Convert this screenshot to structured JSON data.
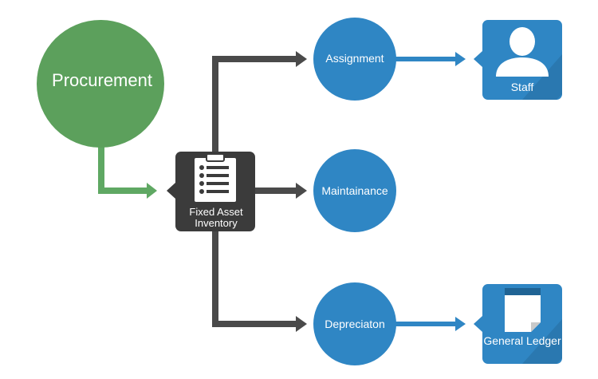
{
  "nodes": {
    "procurement": "Procurement",
    "fixed_asset_inventory": "Fixed Asset Inventory",
    "assignment": "Assignment",
    "maintainance": "Maintainance",
    "depreciation": "Depreciaton",
    "staff": "Staff",
    "general_ledger": "General Ledger"
  },
  "icons": {
    "inventory": "clipboard-checklist-icon",
    "staff": "user-silhouette-icon",
    "ledger": "document-page-icon"
  },
  "colors": {
    "green": "#5ca05c",
    "green_arrow": "#5fa863",
    "blue": "#2f86c4",
    "dark_gray": "#4a4a4a",
    "box_gray": "#3b3b3b"
  }
}
